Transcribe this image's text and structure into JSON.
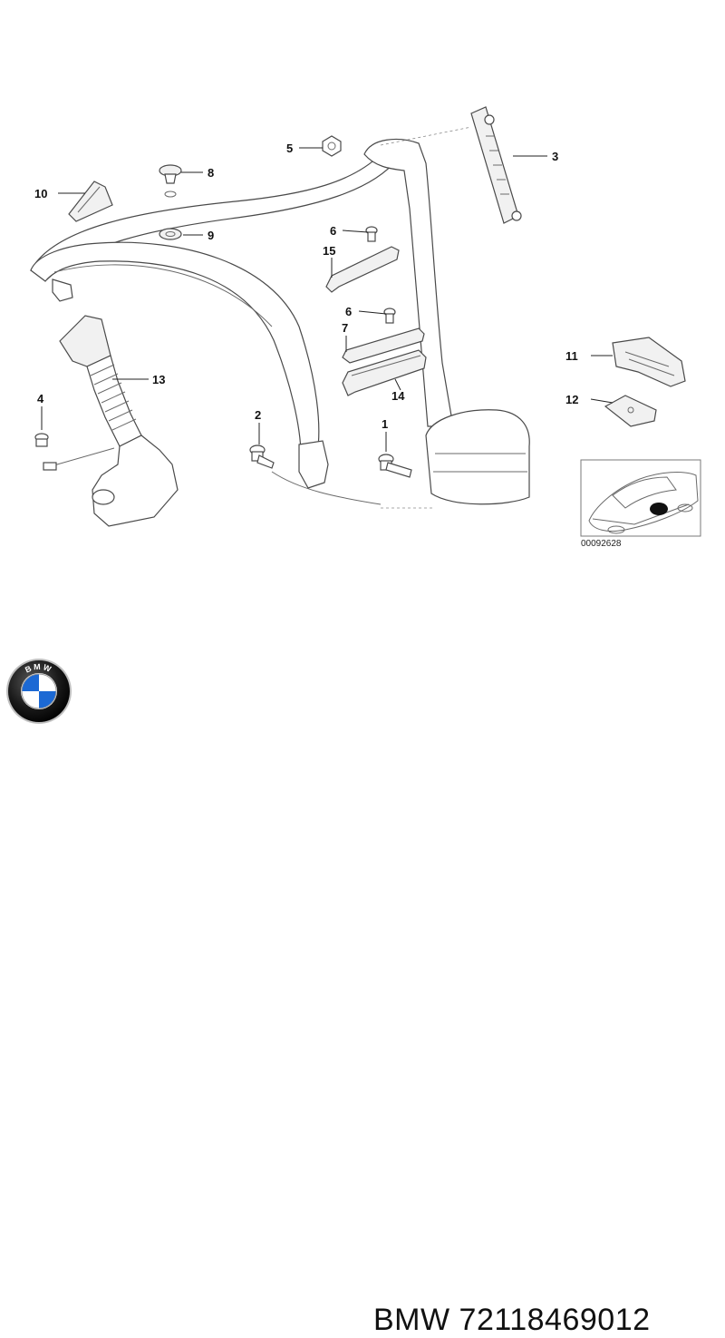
{
  "callouts": {
    "c1": "1",
    "c2": "2",
    "c3": "3",
    "c4": "4",
    "c5": "5",
    "c6a": "6",
    "c6b": "6",
    "c7": "7",
    "c8": "8",
    "c9": "9",
    "c10": "10",
    "c11": "11",
    "c12": "12",
    "c13": "13",
    "c14": "14",
    "c15": "15"
  },
  "inset": {
    "code": "00092628"
  },
  "logo": {
    "letters": "BMW",
    "ring_color": "#111111",
    "blue": "#1c69d4",
    "white": "#ffffff"
  },
  "footer": {
    "part_number": "BMW 72118469012"
  }
}
